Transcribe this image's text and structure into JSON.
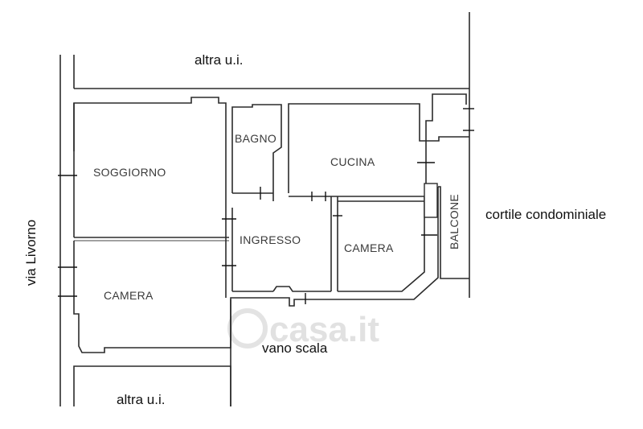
{
  "rooms": {
    "soggiorno": "SOGGIORNO",
    "bagno": "BAGNO",
    "cucina": "CUCINA",
    "ingresso": "INGRESSO",
    "camera_left": "CAMERA",
    "camera_right": "CAMERA",
    "balcone": "BALCONE"
  },
  "surroundings": {
    "top_neighbor": "altra u.i.",
    "bottom_neighbor": "altra u.i.",
    "street": "via Livorno",
    "courtyard": "cortile condominiale",
    "stairwell": "vano scala"
  },
  "watermark": {
    "text": "casa.it"
  }
}
